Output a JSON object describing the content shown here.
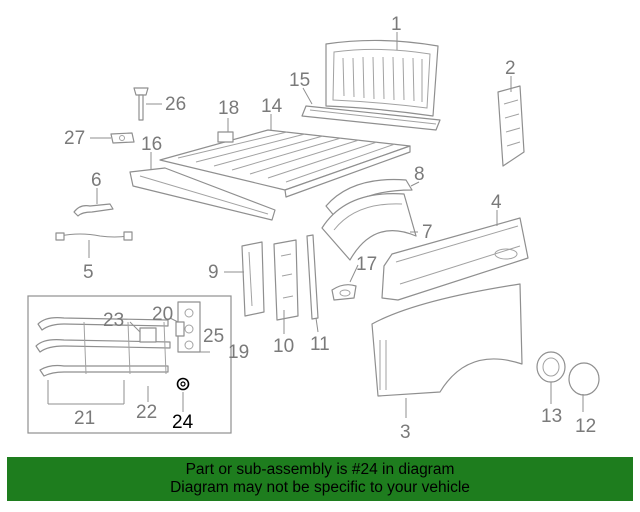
{
  "callouts": [
    {
      "num": "1"
    },
    {
      "num": "2"
    },
    {
      "num": "3"
    },
    {
      "num": "4"
    },
    {
      "num": "5"
    },
    {
      "num": "6"
    },
    {
      "num": "7"
    },
    {
      "num": "8"
    },
    {
      "num": "9"
    },
    {
      "num": "10"
    },
    {
      "num": "11"
    },
    {
      "num": "12"
    },
    {
      "num": "13"
    },
    {
      "num": "14"
    },
    {
      "num": "15"
    },
    {
      "num": "16"
    },
    {
      "num": "17"
    },
    {
      "num": "18"
    },
    {
      "num": "19"
    },
    {
      "num": "20"
    },
    {
      "num": "21"
    },
    {
      "num": "22"
    },
    {
      "num": "23"
    },
    {
      "num": "24"
    },
    {
      "num": "25"
    },
    {
      "num": "26"
    },
    {
      "num": "27"
    }
  ],
  "highlighted_part": "24",
  "banner": {
    "line1": "Part or sub-assembly is #24 in diagram",
    "line2": "Diagram may not be specific to your vehicle",
    "color": "#1e7d1e"
  },
  "colors": {
    "line": "#8f8f8f",
    "label": "#7a7a7a",
    "highlight": "#000000"
  }
}
